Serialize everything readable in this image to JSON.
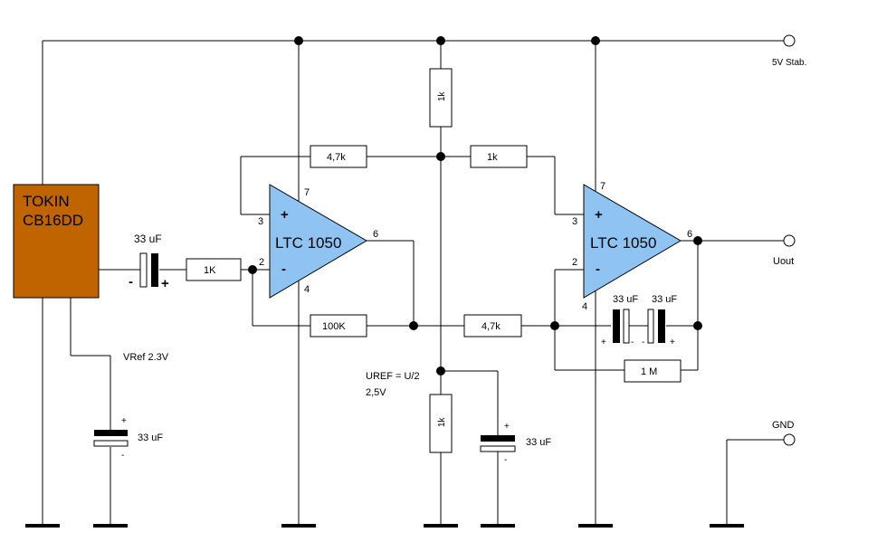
{
  "sensor": {
    "line1": "TOKIN",
    "line2": "CB16DD",
    "fill": "#c06400"
  },
  "opamp": {
    "fill": "#8fc4f2"
  },
  "labels": {
    "supply": "5V Stab.",
    "output": "Uout",
    "ground": "GND",
    "vref": "VRef 2.3V",
    "uref_1": "UREF = U/2",
    "uref_2": "2,5V"
  },
  "opamp1": {
    "name": "LTC 1050",
    "pin_plus": "3",
    "pin_minus": "2",
    "pin_vplus": "7",
    "pin_vminus": "4",
    "pin_out": "6",
    "sym_plus": "+",
    "sym_minus": "-"
  },
  "opamp2": {
    "name": "LTC 1050",
    "pin_plus": "3",
    "pin_minus": "2",
    "pin_vplus": "7",
    "pin_vminus": "4",
    "pin_out": "6",
    "sym_plus": "+",
    "sym_minus": "-"
  },
  "resistors": {
    "r_top_divider": "1k",
    "r_bottom_divider": "1k",
    "r_feedback_top": "4,7k",
    "r_series_top": "1k",
    "r_input": "1K",
    "r_feedback_1": "100K",
    "r_feedback_2": "4,7k",
    "r_feedback_out": "1 M"
  },
  "capacitors": {
    "c_input": {
      "value": "33 uF",
      "minus": "-",
      "plus": "+"
    },
    "c_vref": {
      "value": "33 uF",
      "plus": "+",
      "minus": "-"
    },
    "c_uref": {
      "value": "33 uF",
      "plus": "+",
      "minus": "-"
    },
    "c_fb_a": {
      "value": "33 uF",
      "plus": "+",
      "minus": "-"
    },
    "c_fb_b": {
      "value": "33 uF",
      "minus": "-",
      "plus": "+"
    }
  }
}
